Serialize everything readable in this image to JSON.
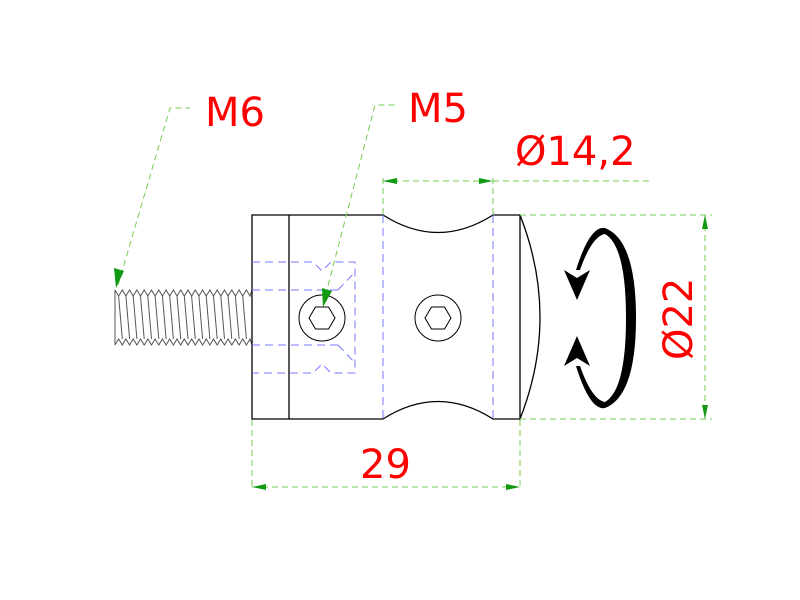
{
  "labels": {
    "thread_m6": "M6",
    "thread_m5": "M5",
    "diameter_groove": "Ø14,2",
    "diameter_outer": "Ø22",
    "length": "29"
  },
  "colors": {
    "dimension_text": "#ff0000",
    "dimension_line": "#66bb44",
    "arrowhead": "#119911",
    "hidden_line": "#6666ff",
    "outline": "#000000"
  }
}
